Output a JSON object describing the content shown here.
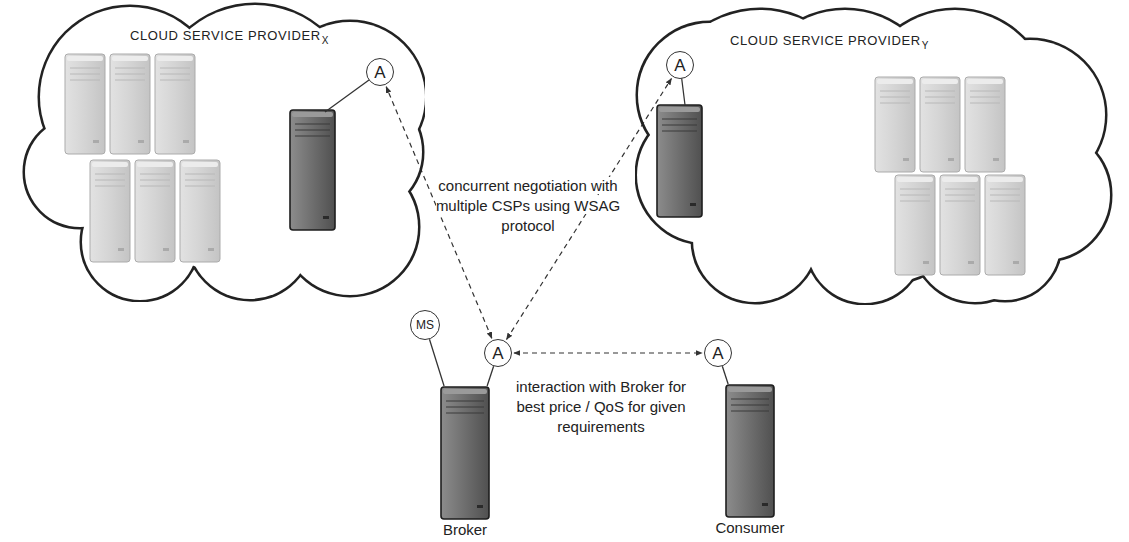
{
  "diagram": {
    "nodes": [
      {
        "text": [
          "CLOUD SERVICE PROVIDER",
          "X"
        ]
      },
      {
        "text": [
          "A"
        ],
        "in": 0
      },
      {
        "text": [
          "CLOUD SERVICE PROVIDER",
          "Y"
        ]
      },
      {
        "text": [
          "A"
        ],
        "in": 2
      },
      {
        "text": [
          "Broker"
        ]
      },
      {
        "text": [
          "MS"
        ]
      },
      {
        "text": [
          "A"
        ]
      },
      {
        "text": [
          "Consumer"
        ]
      },
      {
        "text": [
          "A"
        ]
      }
    ],
    "edges": [
      {
        "from": 6,
        "to": 1,
        "arrow": "both"
      },
      {
        "from": 6,
        "to": 3,
        "arrow": "both"
      },
      {
        "from": 6,
        "to": 8,
        "arrow": "both"
      },
      {
        "from": 4,
        "to": 5,
        "arrow": "none"
      },
      {
        "from": 4,
        "to": 6,
        "arrow": "none"
      },
      {
        "from": 7,
        "to": 8,
        "arrow": "none"
      }
    ],
    "labels": [
      "concurrent negotiation with multiple CSPs using WSAG protocol",
      "interaction with Broker for best price / QoS for given requirements"
    ]
  }
}
